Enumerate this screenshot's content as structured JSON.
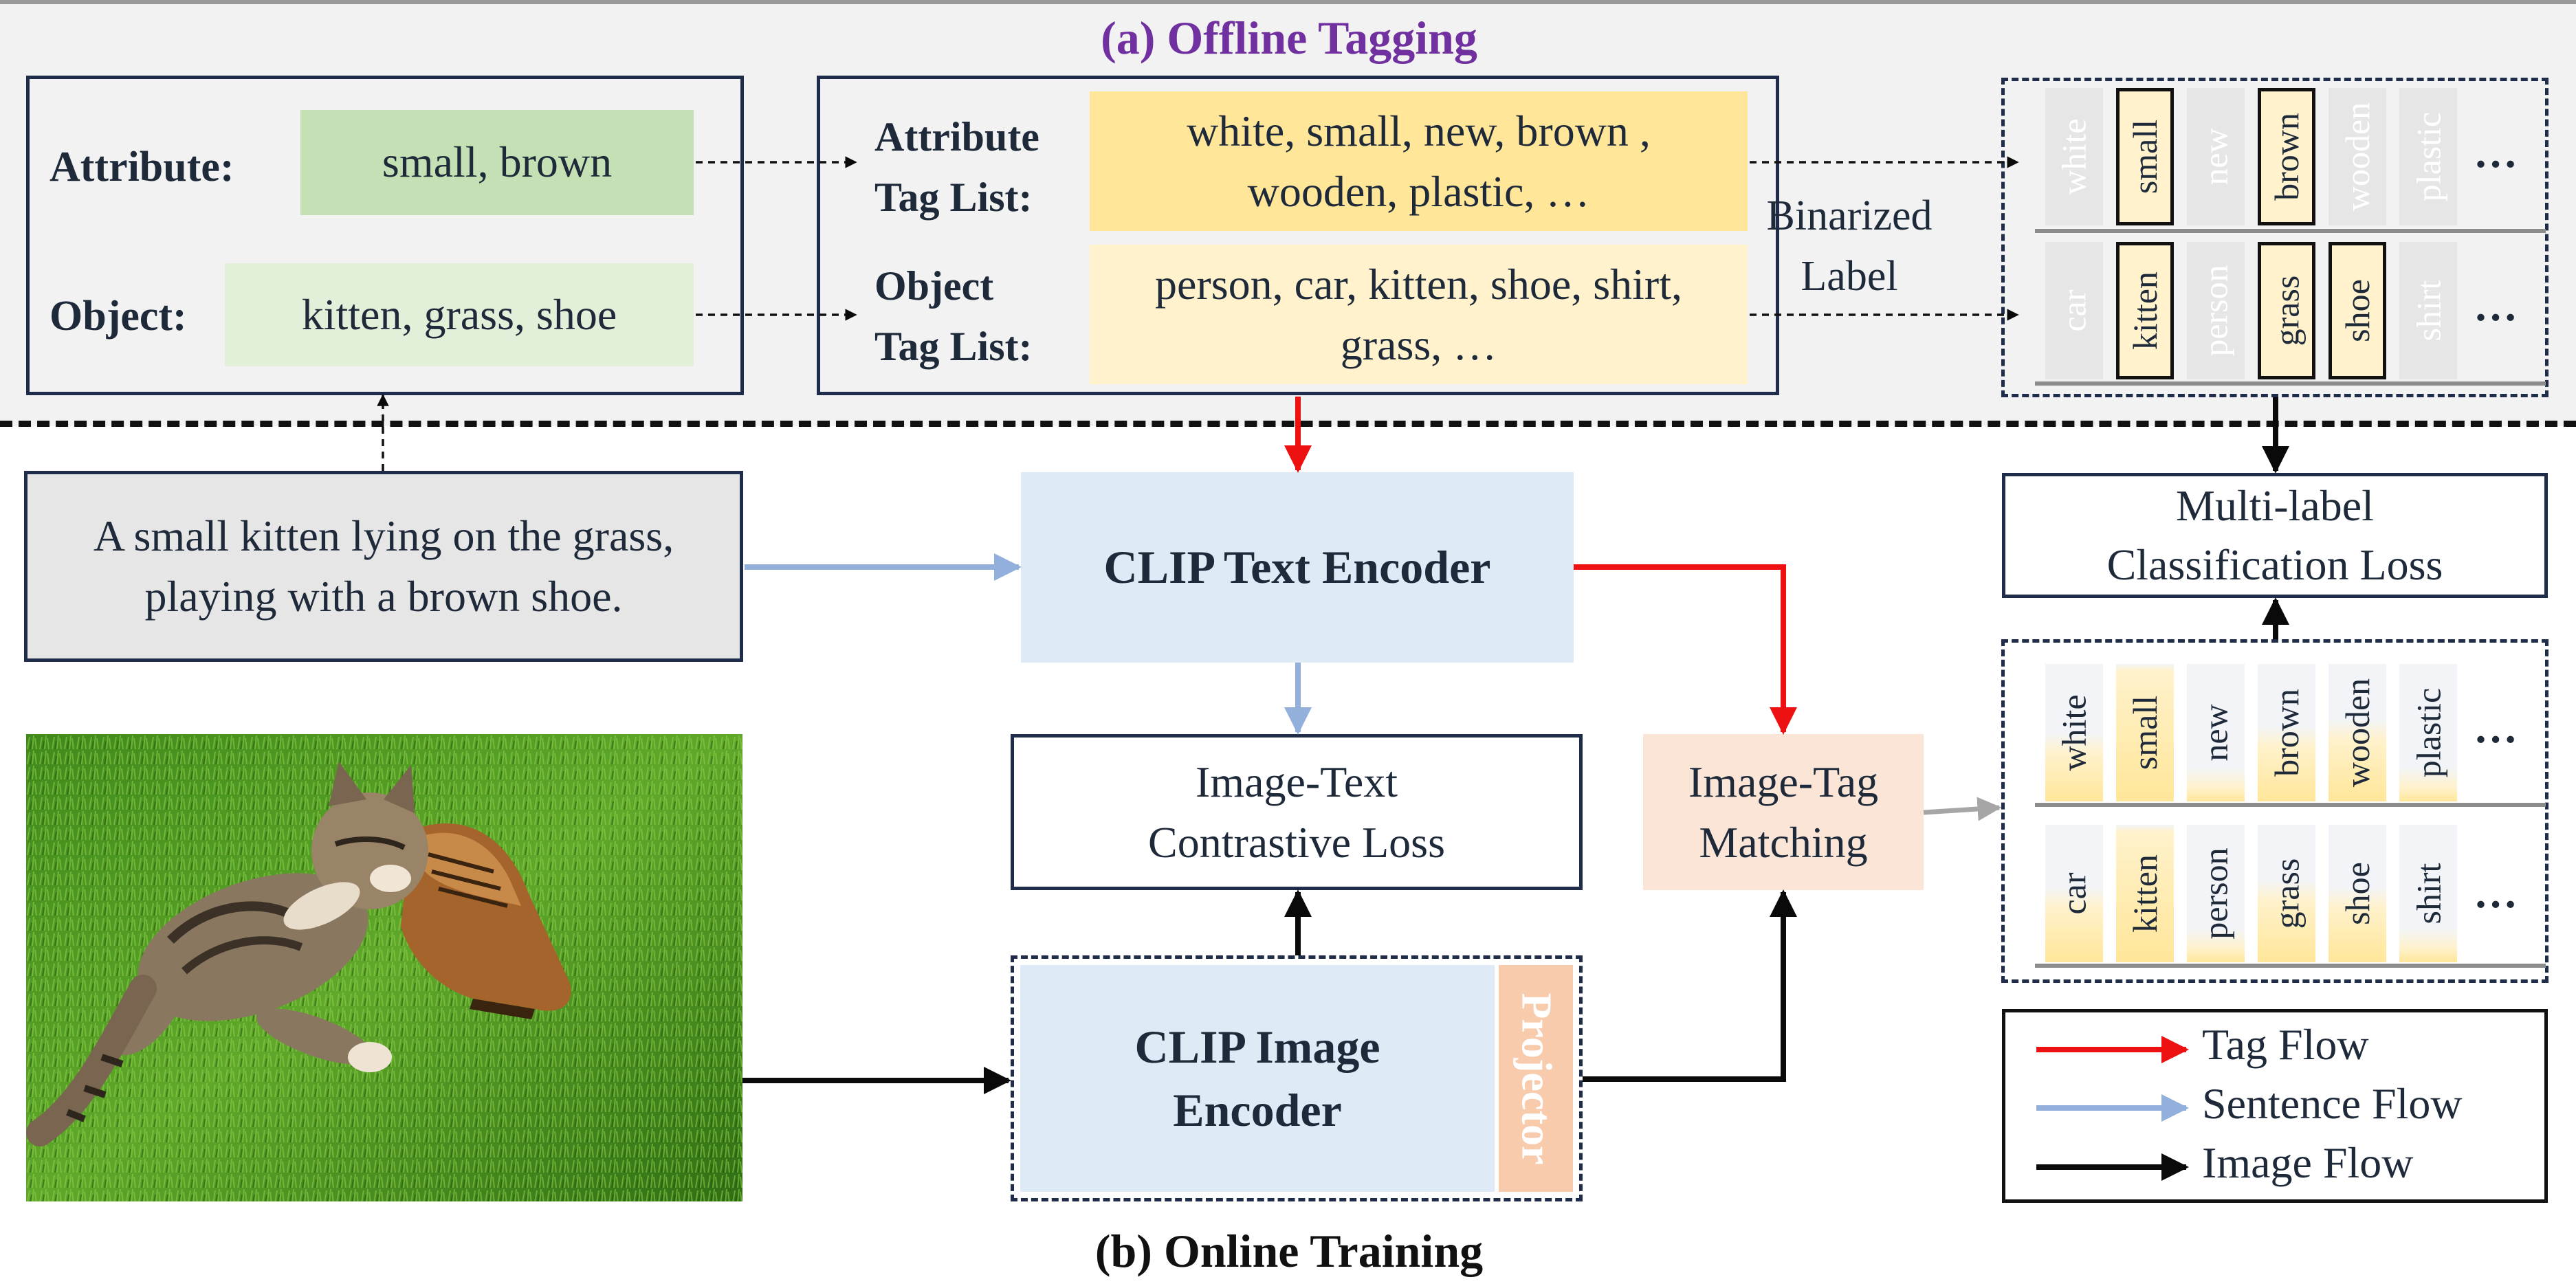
{
  "colors": {
    "navy": "#1f2d4a",
    "tag_flow": "#ee1111",
    "sentence_flow": "#92b0db",
    "image_flow": "#0a0a0a",
    "purple_title": "#7030a0",
    "attribute_green": "#c5e0b4",
    "object_green": "#e2efd9",
    "attr_yellow": "#ffe699",
    "obj_yellow": "#fff2cc",
    "encoder_blue": "#deebf7",
    "matching_peach": "#fbe5d6",
    "projector_peach": "#f8cbad"
  },
  "titles": {
    "offline": "(a) Offline Tagging",
    "online": "(b) Online Training"
  },
  "parse": {
    "attribute_label": "Attribute:",
    "attribute_value": "small, brown",
    "object_label": "Object:",
    "object_value": "kitten, grass, shoe"
  },
  "taglists": {
    "attribute_label_line1": "Attribute",
    "attribute_label_line2": "Tag List:",
    "attribute_value_line1": "white, small, new, brown ,",
    "attribute_value_line2": "wooden, plastic, …",
    "object_label_line1": "Object",
    "object_label_line2": "Tag List:",
    "object_value_line1": "person, car, kitten, shoe, shirt,",
    "object_value_line2": "grass, …"
  },
  "binarized": {
    "label_line1": "Binarized",
    "label_line2": "Label",
    "attribute_tags": [
      {
        "text": "white",
        "active": false
      },
      {
        "text": "small",
        "active": true
      },
      {
        "text": "new",
        "active": false
      },
      {
        "text": "brown",
        "active": true
      },
      {
        "text": "wooden",
        "active": false
      },
      {
        "text": "plastic",
        "active": false
      }
    ],
    "object_tags": [
      {
        "text": "car",
        "active": false
      },
      {
        "text": "kitten",
        "active": true
      },
      {
        "text": "person",
        "active": false
      },
      {
        "text": "grass",
        "active": true
      },
      {
        "text": "shoe",
        "active": true
      },
      {
        "text": "shirt",
        "active": false
      }
    ],
    "ellipsis": "…"
  },
  "caption": {
    "line1": "A small kitten lying on the grass,",
    "line2": "playing with a brown shoe."
  },
  "text_encoder": "CLIP Text Encoder",
  "contrastive_loss": {
    "line1": "Image-Text",
    "line2": "Contrastive Loss"
  },
  "image_tag_matching": {
    "line1": "Image-Tag",
    "line2": "Matching"
  },
  "image_encoder": {
    "line1": "CLIP Image",
    "line2": "Encoder",
    "projector": "Projector"
  },
  "multilabel_loss": {
    "line1": "Multi-label",
    "line2": "Classification Loss"
  },
  "predicted": {
    "attribute_tags": [
      {
        "text": "white",
        "level": 0.35
      },
      {
        "text": "small",
        "level": 0.95
      },
      {
        "text": "new",
        "level": 0.1
      },
      {
        "text": "brown",
        "level": 0.4
      },
      {
        "text": "wooden",
        "level": 0.45
      },
      {
        "text": "plastic",
        "level": 0.1
      }
    ],
    "object_tags": [
      {
        "text": "car",
        "level": 0.4
      },
      {
        "text": "kitten",
        "level": 0.95
      },
      {
        "text": "person",
        "level": 0.1
      },
      {
        "text": "grass",
        "level": 0.45
      },
      {
        "text": "shoe",
        "level": 0.4
      },
      {
        "text": "shirt",
        "level": 0.1
      }
    ],
    "ellipsis": "…"
  },
  "legend": {
    "tag_flow": "Tag Flow",
    "sentence_flow": "Sentence Flow",
    "image_flow": "Image Flow"
  }
}
